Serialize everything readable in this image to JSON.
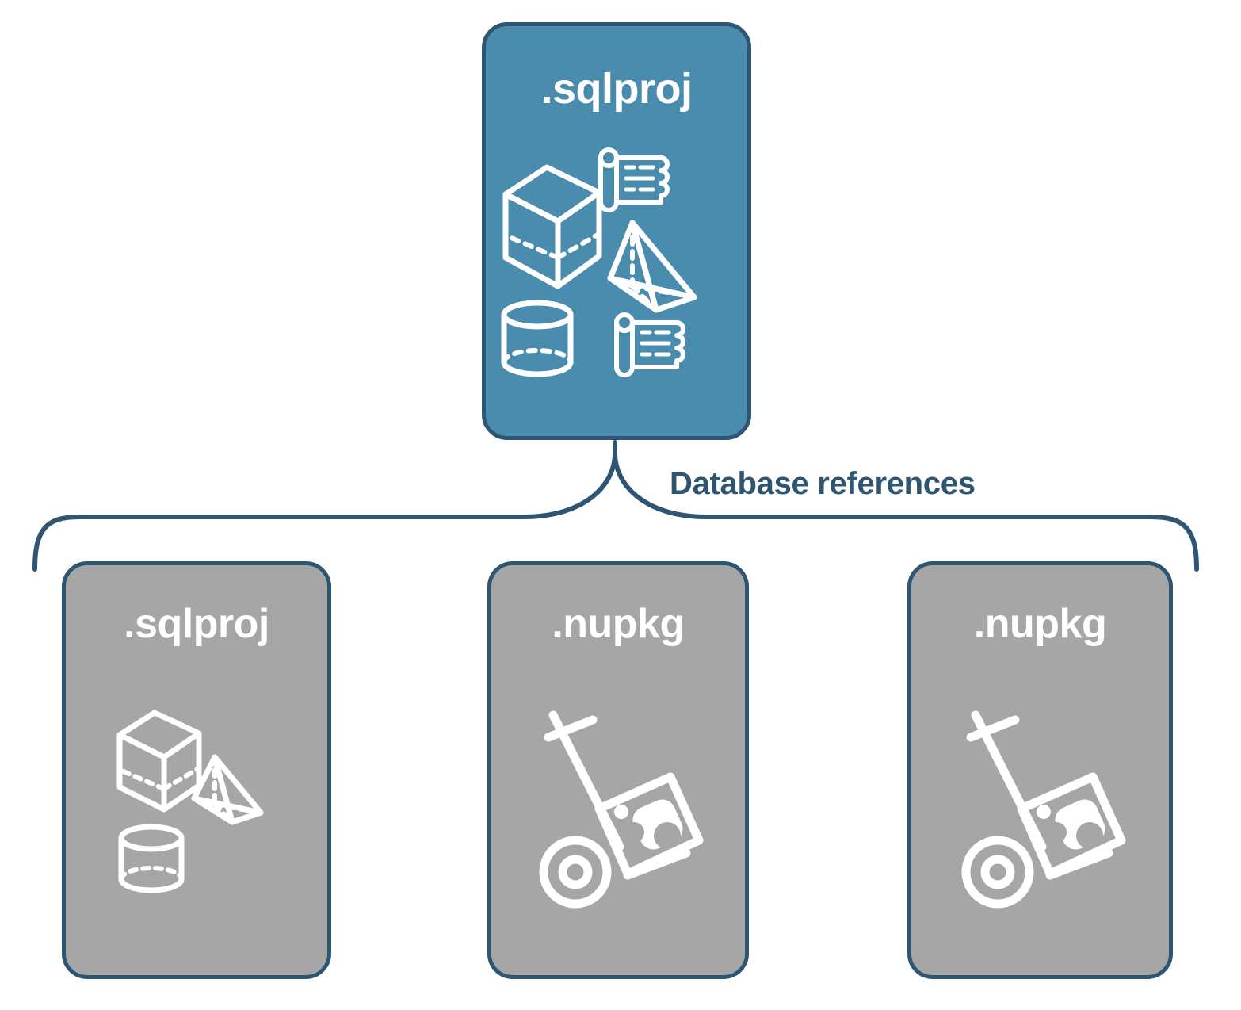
{
  "diagram": {
    "title_text": "Database references",
    "colors": {
      "primary_fill": "#4A8CAD",
      "secondary_fill": "#A6A6A6",
      "stroke": "#2E5571",
      "label_text": "#2E5571",
      "node_text": "#FFFFFF",
      "background": "#FFFFFF"
    },
    "root_node": {
      "label": ".sqlproj",
      "kind": "primary",
      "icons": [
        "cube-icon",
        "scroll-icon",
        "pyramid-icon",
        "cylinder-icon",
        "scroll-icon"
      ]
    },
    "connector": {
      "label": "Database references",
      "style": "curly-brace",
      "direction": "downward"
    },
    "reference_nodes": [
      {
        "label": ".sqlproj",
        "kind": "secondary",
        "icons": [
          "cube-icon",
          "pyramid-icon",
          "cylinder-icon"
        ]
      },
      {
        "label": ".nupkg",
        "kind": "secondary",
        "icons": [
          "hand-truck-package-icon"
        ]
      },
      {
        "label": ".nupkg",
        "kind": "secondary",
        "icons": [
          "hand-truck-package-icon"
        ]
      }
    ]
  }
}
